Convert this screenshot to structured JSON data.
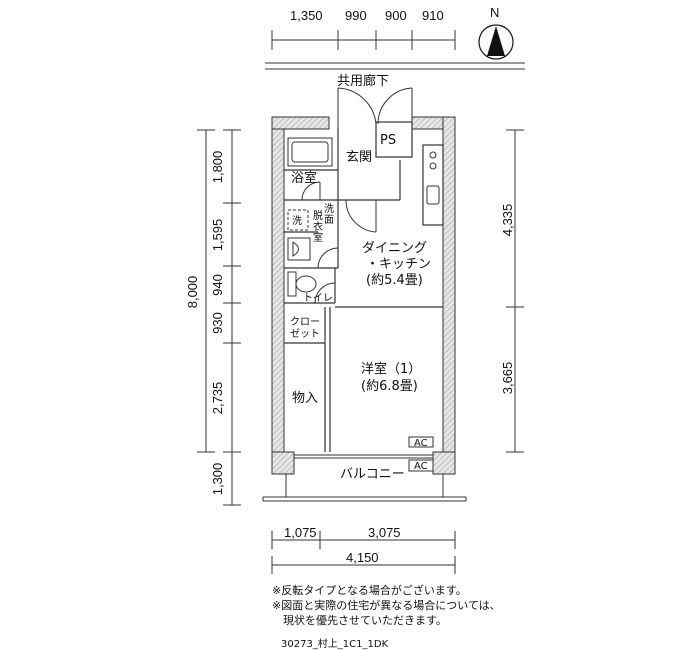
{
  "compass": {
    "label": "N"
  },
  "top_dims": [
    "1,350",
    "990",
    "900",
    "910"
  ],
  "corridor_label": "共用廊下",
  "left_dims": {
    "total": "8,000",
    "parts": [
      "1,800",
      "1,595",
      "940",
      "930",
      "2,735",
      "1,300"
    ]
  },
  "right_dims": [
    "4,335",
    "3,665"
  ],
  "bottom_dims": {
    "parts": [
      "1,075",
      "3,075"
    ],
    "total": "4,150"
  },
  "rooms": {
    "ps": "PS",
    "entrance": "玄関",
    "bath": "浴室",
    "washer": "洗",
    "wash_room": [
      "洗",
      "面",
      "脱",
      "衣",
      "室"
    ],
    "toilet": "トイレ",
    "closet_1": "クロー",
    "closet_2": "ゼット",
    "storage": "物入",
    "dk_1": "ダイニング",
    "dk_2": "・キッチン",
    "dk_3": "(約5.4畳)",
    "western_1": "洋室（1）",
    "western_2": "(約6.8畳)",
    "balcony": "バルコニー",
    "ac": "AC"
  },
  "notes": [
    "※反転タイプとなる場合がございます。",
    "※図面と実際の住宅が異なる場合については、",
    "　現状を優先させていただきます。"
  ],
  "code": "30273_村上_1C1_1DK"
}
